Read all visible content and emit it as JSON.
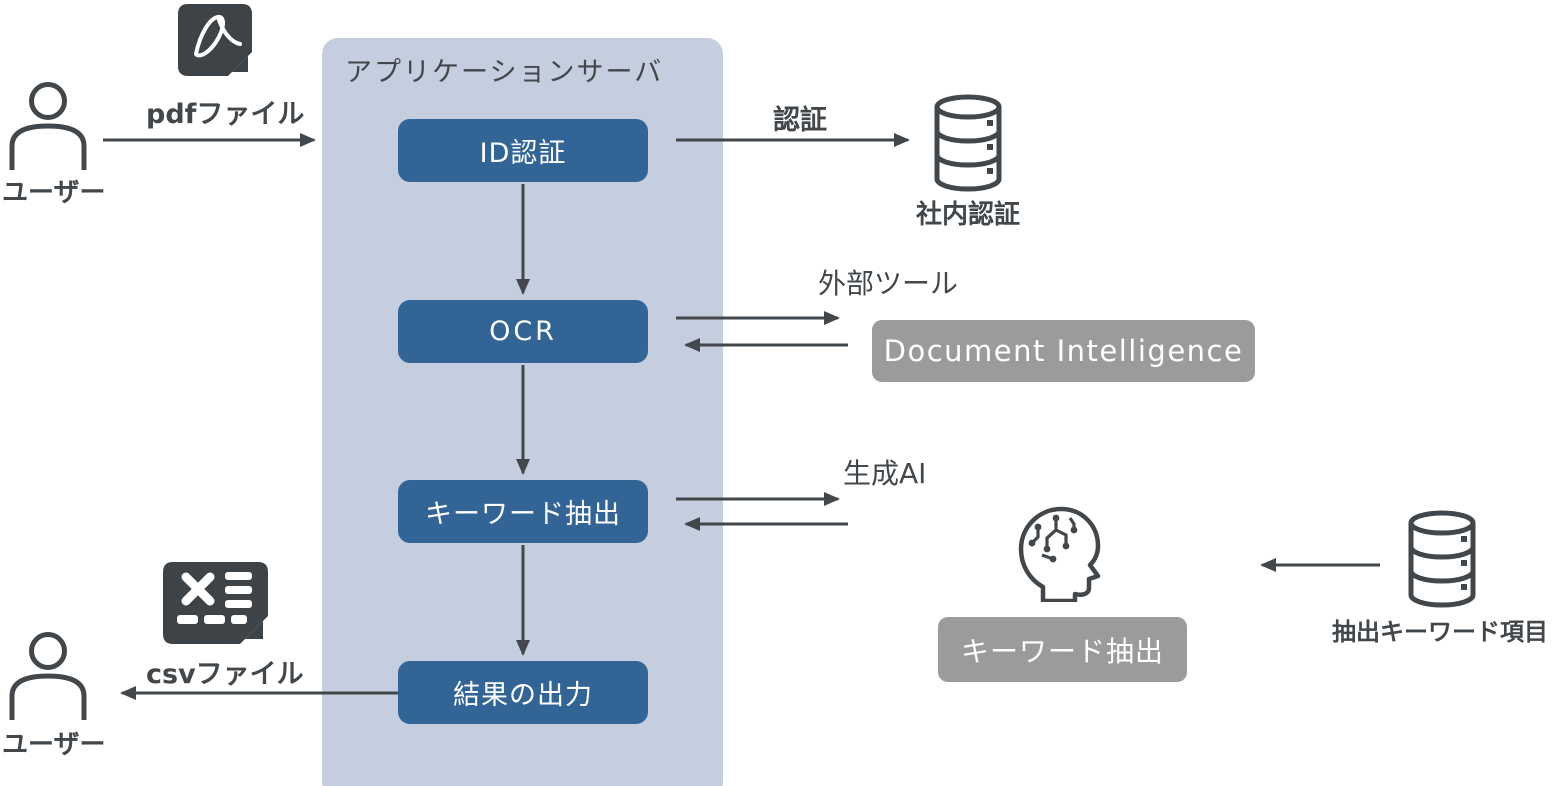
{
  "diagram": {
    "title": "アプリケーションサーバ",
    "steps": [
      {
        "label": "ID認証"
      },
      {
        "label": "OCR"
      },
      {
        "label": "キーワード抽出"
      },
      {
        "label": "結果の出力"
      }
    ],
    "actors": {
      "user_top": "ユーザー",
      "user_bottom": "ユーザー"
    },
    "files": {
      "pdf": "pdfファイル",
      "csv": "csvファイル"
    },
    "auth": {
      "arrow_label": "認証",
      "db_label": "社内認証"
    },
    "external_tool": {
      "heading": "外部ツール",
      "service_label": "Document Intelligence"
    },
    "gen_ai": {
      "heading": "生成AI",
      "service_label": "キーワード抽出"
    },
    "keyword_db": {
      "label": "抽出キーワード項目"
    },
    "colors": {
      "step_box_blue": "#326496",
      "server_panel_bg": "#c4cede",
      "service_box_gray": "#9b9b9b",
      "ink": "#42474b",
      "text_on_box": "#ffffff"
    }
  }
}
